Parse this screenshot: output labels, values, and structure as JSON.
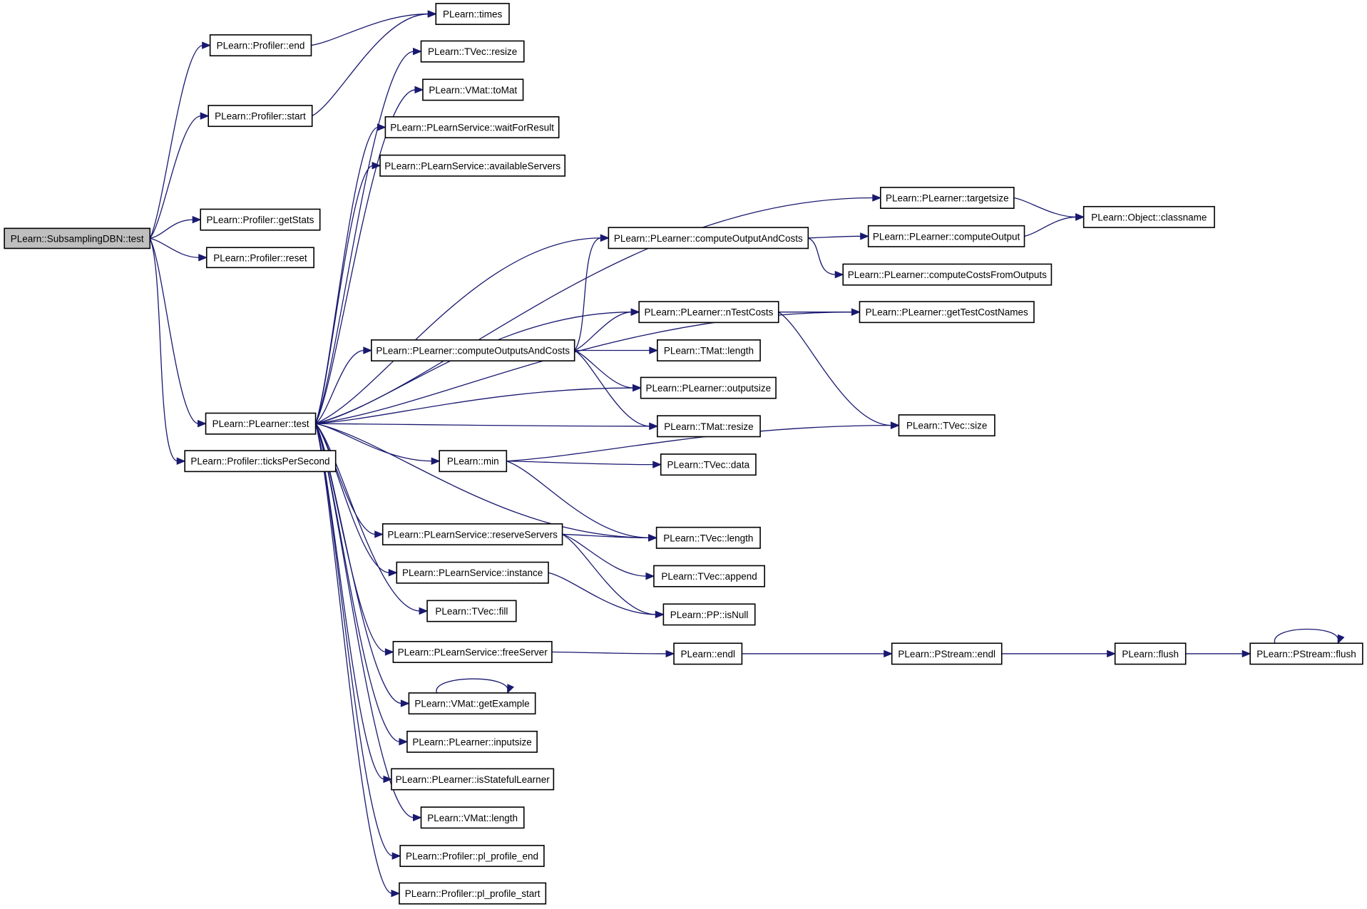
{
  "graph": {
    "nodes": [
      {
        "id": "root",
        "label": "PLearn::SubsamplingDBN::test",
        "root": true
      },
      {
        "id": "prof_end",
        "label": "PLearn::Profiler::end"
      },
      {
        "id": "times",
        "label": "PLearn::times"
      },
      {
        "id": "prof_start",
        "label": "PLearn::Profiler::start"
      },
      {
        "id": "getstats",
        "label": "PLearn::Profiler::getStats"
      },
      {
        "id": "reset",
        "label": "PLearn::Profiler::reset"
      },
      {
        "id": "pltest",
        "label": "PLearn::PLearner::test"
      },
      {
        "id": "ticks",
        "label": "PLearn::Profiler::ticksPerSecond"
      },
      {
        "id": "tvec_resize",
        "label": "PLearn::TVec::resize"
      },
      {
        "id": "tomat",
        "label": "PLearn::VMat::toMat"
      },
      {
        "id": "waitfor",
        "label": "PLearn::PLearnService::waitForResult"
      },
      {
        "id": "avail",
        "label": "PLearn::PLearnService::availableServers"
      },
      {
        "id": "targetsize",
        "label": "PLearn::PLearner::targetsize"
      },
      {
        "id": "classname",
        "label": "PLearn::Object::classname"
      },
      {
        "id": "coac",
        "label": "PLearn::PLearner::computeOutputAndCosts"
      },
      {
        "id": "co",
        "label": "PLearn::PLearner::computeOutput"
      },
      {
        "id": "ccfo",
        "label": "PLearn::PLearner::computeCostsFromOutputs"
      },
      {
        "id": "ntc",
        "label": "PLearn::PLearner::nTestCosts"
      },
      {
        "id": "gtcn",
        "label": "PLearn::PLearner::getTestCostNames"
      },
      {
        "id": "cosac",
        "label": "PLearn::PLearner::computeOutputsAndCosts"
      },
      {
        "id": "tmat_length",
        "label": "PLearn::TMat::length"
      },
      {
        "id": "outputsize",
        "label": "PLearn::PLearner::outputsize"
      },
      {
        "id": "tmat_resize",
        "label": "PLearn::TMat::resize"
      },
      {
        "id": "tvec_size",
        "label": "PLearn::TVec::size"
      },
      {
        "id": "min",
        "label": "PLearn::min"
      },
      {
        "id": "tvec_data",
        "label": "PLearn::TVec::data"
      },
      {
        "id": "reserve",
        "label": "PLearn::PLearnService::reserveServers"
      },
      {
        "id": "tvec_length",
        "label": "PLearn::TVec::length"
      },
      {
        "id": "tvec_append",
        "label": "PLearn::TVec::append"
      },
      {
        "id": "instance",
        "label": "PLearn::PLearnService::instance"
      },
      {
        "id": "isnull",
        "label": "PLearn::PP::isNull"
      },
      {
        "id": "fill",
        "label": "PLearn::TVec::fill"
      },
      {
        "id": "freeserver",
        "label": "PLearn::PLearnService::freeServer"
      },
      {
        "id": "endl",
        "label": "PLearn::endl"
      },
      {
        "id": "pstream_endl",
        "label": "PLearn::PStream::endl"
      },
      {
        "id": "flush",
        "label": "PLearn::flush"
      },
      {
        "id": "pstream_flush",
        "label": "PLearn::PStream::flush"
      },
      {
        "id": "getexample",
        "label": "PLearn::VMat::getExample"
      },
      {
        "id": "inputsize",
        "label": "PLearn::PLearner::inputsize"
      },
      {
        "id": "stateful",
        "label": "PLearn::PLearner::isStatefulLearner"
      },
      {
        "id": "vmat_length",
        "label": "PLearn::VMat::length"
      },
      {
        "id": "ppe",
        "label": "PLearn::Profiler::pl_profile_end"
      },
      {
        "id": "pps",
        "label": "PLearn::Profiler::pl_profile_start"
      }
    ],
    "edges": [
      [
        "root",
        "prof_end"
      ],
      [
        "root",
        "prof_start"
      ],
      [
        "root",
        "getstats"
      ],
      [
        "root",
        "reset"
      ],
      [
        "root",
        "pltest"
      ],
      [
        "root",
        "ticks"
      ],
      [
        "prof_end",
        "times"
      ],
      [
        "prof_start",
        "times"
      ],
      [
        "pltest",
        "tvec_resize"
      ],
      [
        "pltest",
        "tomat"
      ],
      [
        "pltest",
        "waitfor"
      ],
      [
        "pltest",
        "avail"
      ],
      [
        "pltest",
        "targetsize"
      ],
      [
        "pltest",
        "coac"
      ],
      [
        "pltest",
        "gtcn"
      ],
      [
        "pltest",
        "ntc"
      ],
      [
        "pltest",
        "cosac"
      ],
      [
        "pltest",
        "outputsize"
      ],
      [
        "pltest",
        "tmat_resize"
      ],
      [
        "pltest",
        "min"
      ],
      [
        "pltest",
        "tvec_length"
      ],
      [
        "pltest",
        "reserve"
      ],
      [
        "pltest",
        "instance"
      ],
      [
        "pltest",
        "fill"
      ],
      [
        "pltest",
        "freeserver"
      ],
      [
        "pltest",
        "getexample"
      ],
      [
        "pltest",
        "inputsize"
      ],
      [
        "pltest",
        "stateful"
      ],
      [
        "pltest",
        "vmat_length"
      ],
      [
        "pltest",
        "ppe"
      ],
      [
        "pltest",
        "pps"
      ],
      [
        "targetsize",
        "classname"
      ],
      [
        "coac",
        "co"
      ],
      [
        "coac",
        "ccfo"
      ],
      [
        "co",
        "classname"
      ],
      [
        "ntc",
        "gtcn"
      ],
      [
        "ntc",
        "tvec_size"
      ],
      [
        "cosac",
        "coac"
      ],
      [
        "cosac",
        "ntc"
      ],
      [
        "cosac",
        "tmat_length"
      ],
      [
        "cosac",
        "outputsize"
      ],
      [
        "cosac",
        "tmat_resize"
      ],
      [
        "min",
        "tvec_data"
      ],
      [
        "min",
        "tvec_length"
      ],
      [
        "min",
        "tvec_size"
      ],
      [
        "reserve",
        "tvec_length"
      ],
      [
        "reserve",
        "tvec_append"
      ],
      [
        "reserve",
        "isnull"
      ],
      [
        "instance",
        "isnull"
      ],
      [
        "freeserver",
        "endl"
      ],
      [
        "endl",
        "pstream_endl"
      ],
      [
        "pstream_endl",
        "flush"
      ],
      [
        "flush",
        "pstream_flush"
      ],
      [
        "pstream_flush",
        "pstream_flush"
      ],
      [
        "getexample",
        "getexample"
      ]
    ]
  }
}
